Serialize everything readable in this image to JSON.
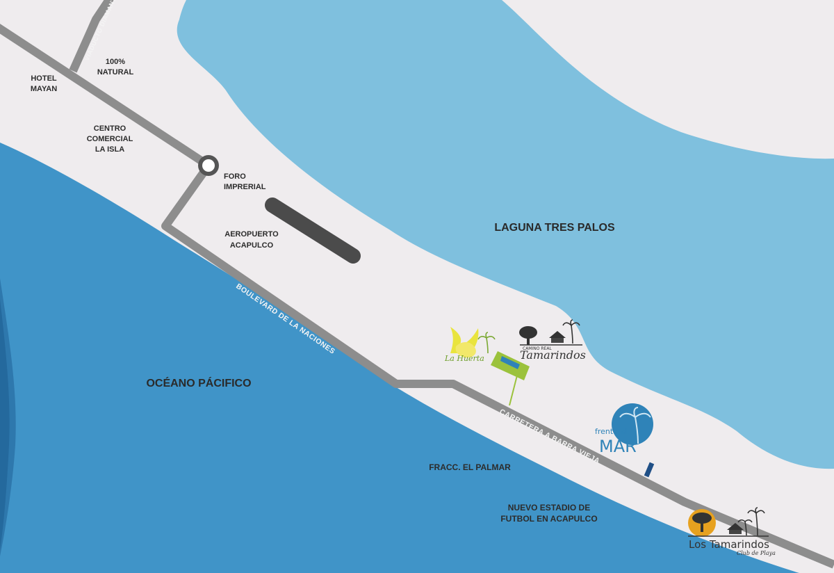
{
  "colors": {
    "land": "#efecee",
    "ocean": "#4094c8",
    "ocean_edge": "#2b73a8",
    "lagoon": "#7fc0de",
    "road": "#8d8d8d",
    "airport": "#4b4b4b",
    "label_text": "#2c2c2c",
    "road_label_text": "#f4f4f4",
    "la_huerta_green": "#9bc23c",
    "la_huerta_yellow": "#e9e43e",
    "frente_blue": "#2f83b8",
    "frente_marker": "#1f4f86",
    "tamarindos_dark": "#333333",
    "club_orange": "#e7a11f"
  },
  "water": {
    "ocean_name": "OCÉANO PÁCIFICO",
    "lagoon_name": "LAGUNA TRES PALOS"
  },
  "places": {
    "hotel_mayan": [
      "HOTEL",
      "MAYAN"
    ],
    "natural": [
      "100%",
      "NATURAL"
    ],
    "centro_comercial": [
      "CENTRO",
      "COMERCIAL",
      "LA ISLA"
    ],
    "foro_imperial": [
      "FORO",
      "IMPRERIAL"
    ],
    "aeropuerto": [
      "AEROPUERTO",
      "ACAPULCO"
    ],
    "fracc_el_palmar": "FRACC. EL PALMAR",
    "estadio": [
      "NUEVO ESTADIO DE",
      "FUTBOL EN ACAPULCO"
    ]
  },
  "roads": {
    "viaducto": "VIADUCTO DIAMANTE",
    "boulevard": "BOULEVARD DE LA NACIONES",
    "carretera": "CARRETERA A BARRA VIEJA"
  },
  "logos": {
    "la_huerta": "La Huerta",
    "camino_real": {
      "small": "CAMINO REAL",
      "big": "Tamarindos"
    },
    "frente_al_mar": {
      "small": "frente al",
      "big": "MAR"
    },
    "los_tamarindos": {
      "big": "Los Tamarindos",
      "small": "Club de Playa"
    }
  },
  "icons": {
    "roundabout": "roundabout-icon",
    "airport": "airport-runway-icon",
    "palm": "palm-tree-icon",
    "tree": "tree-icon"
  }
}
